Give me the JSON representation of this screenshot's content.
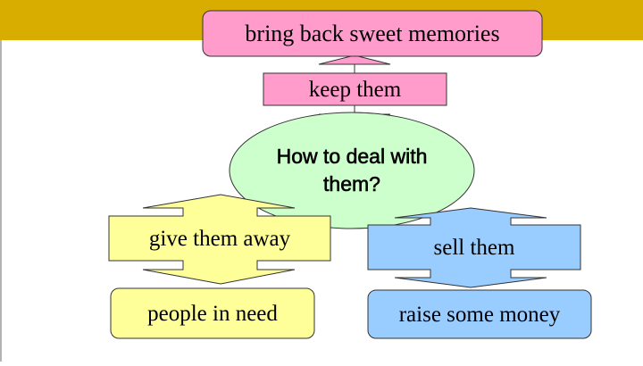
{
  "diagram": {
    "center_question": "How to deal with them?",
    "top": {
      "arrow_label": "keep them",
      "result": "bring back sweet memories"
    },
    "left": {
      "arrow_label": "give them away",
      "result": "people in need"
    },
    "right": {
      "arrow_label": "sell them",
      "result": "raise some money"
    }
  },
  "colors": {
    "header_band": "#d9ac00",
    "pink_fill": "#ff9ccc",
    "ellipse_fill": "#ccffcc",
    "yellow_fill": "#ffff99",
    "blue_fill": "#99ccff",
    "outline": "#333333"
  }
}
